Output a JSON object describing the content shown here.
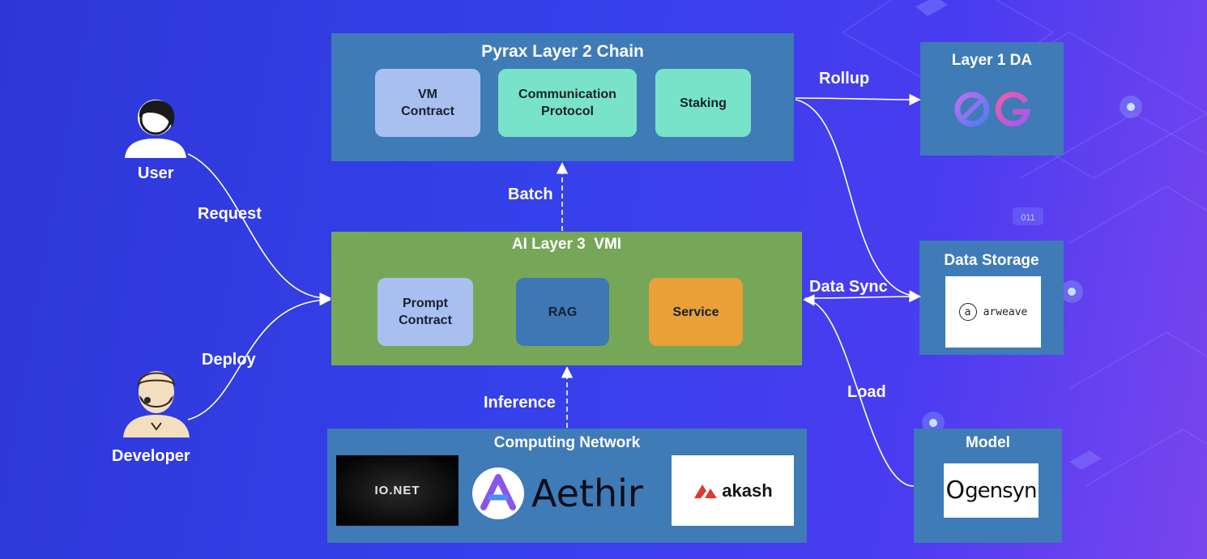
{
  "l2": {
    "title": "Pyrax Layer 2 Chain",
    "chips": [
      "VM\nContract",
      "Communication\nProtocol",
      "Staking"
    ]
  },
  "l3": {
    "title": "AI Layer 3  VMI",
    "chips": [
      "Prompt\nContract",
      "RAG",
      "Service"
    ]
  },
  "computing": {
    "title": "Computing Network",
    "logos": [
      "IO.NET",
      "Aethir",
      "akash"
    ]
  },
  "l1": {
    "title": "Layer 1 DA",
    "logo": "0G"
  },
  "storage": {
    "title": "Data Storage",
    "logo": "arweave",
    "logo_mark": "a"
  },
  "model": {
    "title": "Model",
    "logo": "gensyn",
    "logo_mark": "O"
  },
  "actors": {
    "user": "User",
    "developer": "Developer"
  },
  "edges": {
    "request": "Request",
    "deploy": "Deploy",
    "batch": "Batch",
    "inference": "Inference",
    "rollup": "Rollup",
    "data_sync": "Data Sync",
    "load": "Load"
  },
  "decor": {
    "badge": "011"
  },
  "colors": {
    "panel_blue": "#3f7bb6",
    "panel_green": "#76a758",
    "chip_lavender": "#a9bff0",
    "chip_mint": "#78e3c8",
    "chip_blue": "#3d77b4",
    "chip_orange": "#e8a037"
  }
}
